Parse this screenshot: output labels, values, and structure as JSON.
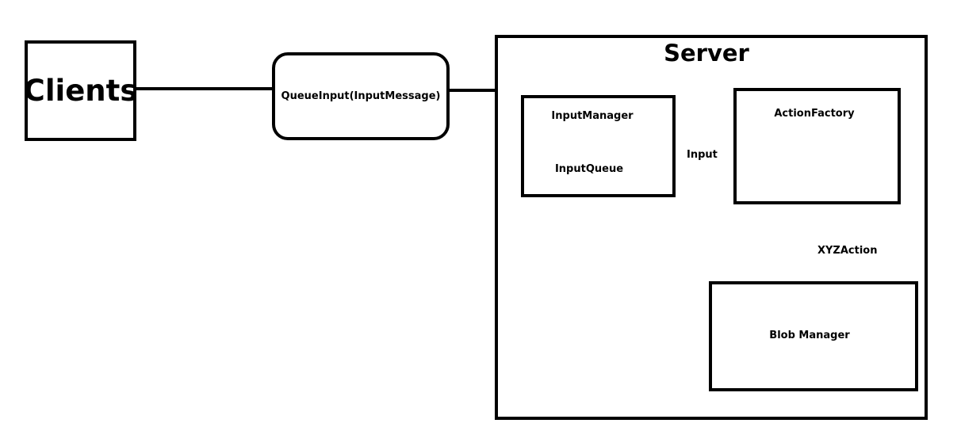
{
  "diagram": {
    "clients": {
      "label": "Clients"
    },
    "queue_input": {
      "label": "QueueInput(InputMessage)"
    },
    "server": {
      "title": "Server",
      "input_manager": {
        "label": "InputManager",
        "queue_label": "InputQueue"
      },
      "action_factory": {
        "label": "ActionFactory"
      },
      "blob_manager": {
        "label": "Blob Manager"
      }
    },
    "edges": {
      "input": "Input",
      "xyz_action": "XYZAction"
    },
    "colors": {
      "stroke": "#000000",
      "background": "#ffffff"
    }
  }
}
